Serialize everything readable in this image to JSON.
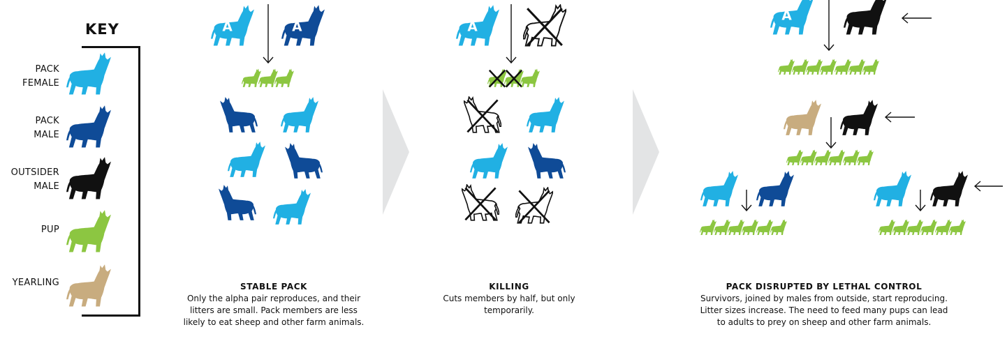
{
  "key": {
    "title": "KEY",
    "items": [
      {
        "label": "PACK\nFEMALE",
        "color": "#21B0E3"
      },
      {
        "label": "PACK\nMALE",
        "color": "#0F4B97"
      },
      {
        "label": "OUTSIDER\nMALE",
        "color": "#111111"
      },
      {
        "label": "PUP",
        "color": "#8CC641"
      },
      {
        "label": "YEARLING",
        "color": "#C8AC7F"
      }
    ]
  },
  "colors": {
    "female": "#21B0E3",
    "male": "#0F4B97",
    "outsider": "#111111",
    "pup": "#8CC641",
    "yearling": "#C8AC7F",
    "chevron": "#E3E4E5"
  },
  "alpha_letter": "A",
  "panels": {
    "stable": {
      "heading": "STABLE PACK",
      "body": "Only the alpha pair reproduces, and their litters are small. Pack members are less likely to eat sheep and other farm animals."
    },
    "killing": {
      "heading": "KILLING",
      "body": "Cuts members by half, but only temporarily."
    },
    "disrupted": {
      "heading": "PACK DISRUPTED BY LETHAL CONTROL",
      "body": "Survivors, joined by males from outside, start reproducing. Litter sizes increase. The need to feed many pups can lead to adults to prey on sheep and other farm animals."
    }
  }
}
